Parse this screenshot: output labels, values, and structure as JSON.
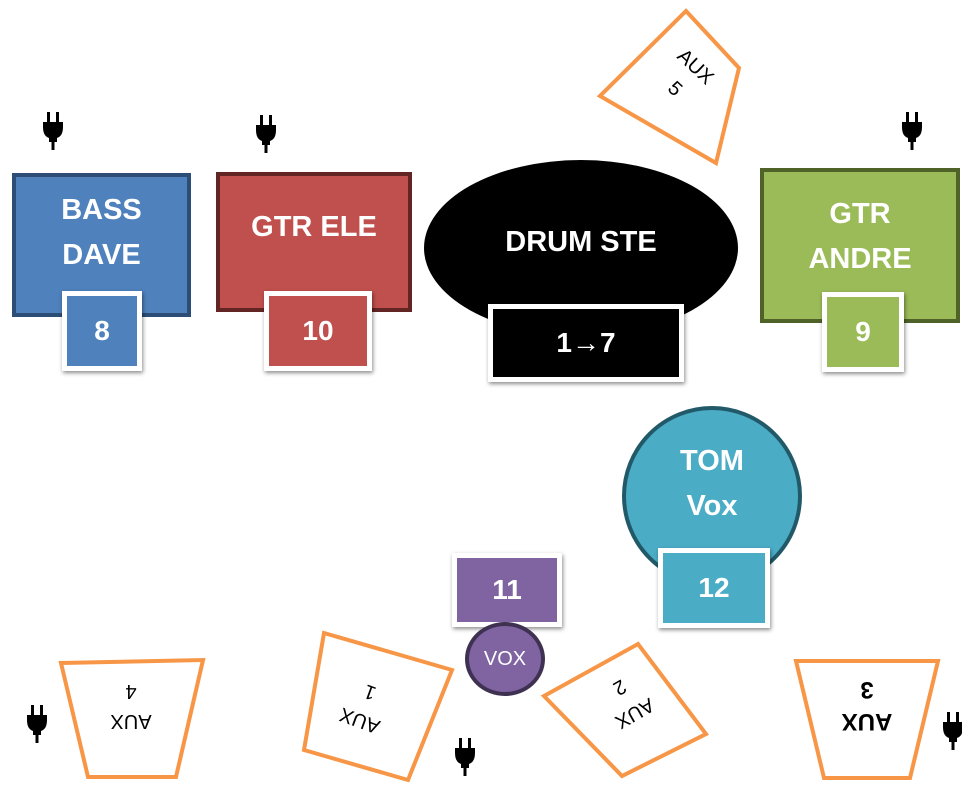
{
  "colors": {
    "bass": "#4f81bd",
    "bass_border": "#2c4d75",
    "gtr_ele": "#c0504d",
    "gtr_ele_border": "#632523",
    "drum": "#000000",
    "gtr_andre": "#9bbb59",
    "gtr_andre_border": "#4f6228",
    "tom": "#4bacc6",
    "tom_border": "#215968",
    "vox": "#8064a2",
    "vox_border": "#3f3151",
    "monitor_border": "#f79646"
  },
  "instruments": {
    "bass": {
      "label": "BASS\nDAVE",
      "channel": "8"
    },
    "gtr_ele": {
      "label": "GTR ELE",
      "channel": "10"
    },
    "drum": {
      "label": "DRUM STE",
      "channel": "1→7"
    },
    "gtr_andre": {
      "label": "GTR\nANDRE",
      "channel": "9"
    },
    "tom": {
      "label": "TOM\nVox",
      "channel": "12"
    },
    "vox": {
      "label": "VOX",
      "channel": "11"
    }
  },
  "monitors": {
    "aux1": "AUX\n1",
    "aux2": "AUX\n2",
    "aux3": "AUX\n3",
    "aux4": "AUX\n4",
    "aux5": "AUX\n5"
  },
  "icons": {
    "power": "power-plug-icon"
  }
}
